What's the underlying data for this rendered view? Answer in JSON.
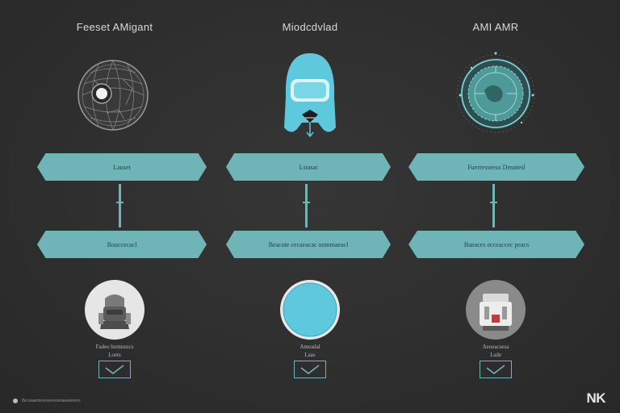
{
  "columns": [
    {
      "title": "Feeset AMigant",
      "banner_top": "Lauset",
      "banner_bottom": "Bouccecacl",
      "caption_line1": "Fadeo bomnuscs",
      "caption_line2": "Loets"
    },
    {
      "title": "Miodcdvlad",
      "banner_top": "Lstasat",
      "banner_bottom": "Beacote cecaeacac oommaeacl",
      "caption_line1": "Ameadal",
      "caption_line2": "Laas"
    },
    {
      "title": "AMI AMR",
      "banner_top": "Fuerresseeus Denatesl",
      "banner_bottom": "Bueaces ecceaccec peacs",
      "caption_line1": "Aeoeacsesa",
      "caption_line2": "Lsde"
    }
  ],
  "footer": {
    "note": "Bcceaaonowssoooeeaasseeecs"
  },
  "logo": {
    "text": "NK"
  },
  "colors": {
    "background": "#2f2f2f",
    "accent_teal": "#6fb5b7",
    "light_blue": "#5ec8dc"
  },
  "icons": [
    "globe-mesh-icon",
    "hooded-figure-icon",
    "circuit-orb-icon",
    "robot-head-icon",
    "blue-circle-icon",
    "machine-icon",
    "checkmark-icon"
  ]
}
